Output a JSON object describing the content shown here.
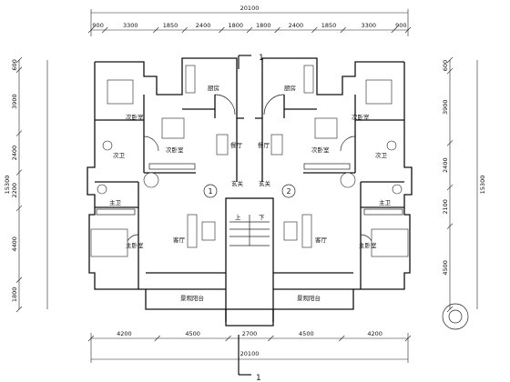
{
  "dimensions": {
    "top_total": "20100",
    "top_segments": [
      "900",
      "3300",
      "1850",
      "2400",
      "1800",
      "1800",
      "2400",
      "1850",
      "3300",
      "900"
    ],
    "bottom_total": "20100",
    "bottom_segments": [
      "4200",
      "4500",
      "2700",
      "4500",
      "4200"
    ],
    "left_total": "15300",
    "left_segments": [
      "600",
      "3900",
      "2400",
      "2200",
      "4400",
      "1800"
    ],
    "right_total": "15300",
    "right_segments": [
      "600",
      "3900",
      "2400",
      "2100",
      "4500"
    ]
  },
  "section_mark": "1",
  "units": [
    "1",
    "2"
  ],
  "rooms": {
    "kitchen": "厨房",
    "secondary_bedroom": "次卧室",
    "dining": "餐厅",
    "entrance": "玄关",
    "secondary_bath": "次卫",
    "master_bath": "主卫",
    "master_bedroom": "主卧室",
    "living": "客厅",
    "sun_balcony": "景观阳台",
    "up": "上",
    "down": "下"
  }
}
